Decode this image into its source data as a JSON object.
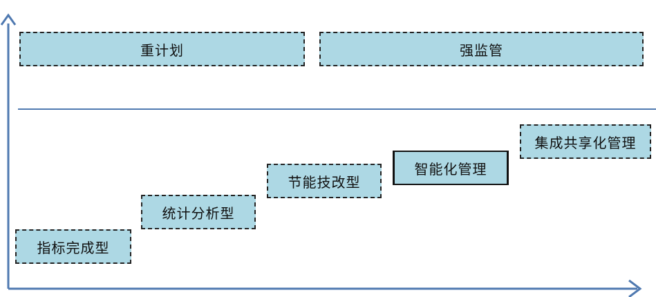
{
  "colors": {
    "axis": "#4f79b0",
    "box_fill": "#add8e4",
    "box_border": "#222222"
  },
  "top_row": {
    "left_label": "重计划",
    "right_label": "强监管"
  },
  "steps": [
    {
      "label": "指标完成型"
    },
    {
      "label": "统计分析型"
    },
    {
      "label": "节能技改型"
    },
    {
      "label": "智能化管理"
    },
    {
      "label": "集成共享化管理"
    }
  ]
}
